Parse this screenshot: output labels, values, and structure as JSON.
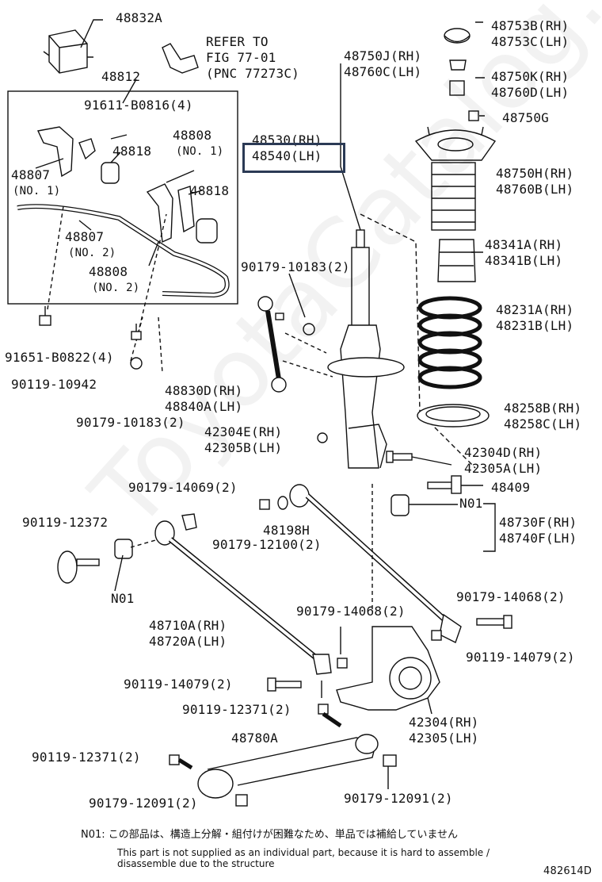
{
  "watermark": "ToyotaCatalog.ru",
  "refer": [
    "REFER TO",
    "FIG 77-01",
    "(PNC 77273C)"
  ],
  "labels": {
    "p48832A": "48832A",
    "p48812": "48812",
    "p91611": "91611-B0816(4)",
    "p48808": "48808",
    "p48808no1": "(NO. 1)",
    "p48818a": "48818",
    "p48807": "48807",
    "p48807no1": "(NO. 1)",
    "p48818b": "48818",
    "p48807b": "48807",
    "p48807no2": "(NO. 2)",
    "p48808b": "48808",
    "p48808no2": "(NO. 2)",
    "p90179_10183a": "90179-10183(2)",
    "p91651": "91651-B0822(4)",
    "p90119_10942": "90119-10942",
    "p48830D": "48830D(RH)",
    "p48840A": "48840A(LH)",
    "p90179_10183b": "90179-10183(2)",
    "p48530": "48530(RH)",
    "p48540": "48540(LH)",
    "p48750J": "48750J(RH)",
    "p48760C": "48760C(LH)",
    "p48753B": "48753B(RH)",
    "p48753C": "48753C(LH)",
    "p48750K": "48750K(RH)",
    "p48760D": "48760D(LH)",
    "p48750G": "48750G",
    "p48750H": "48750H(RH)",
    "p48760B": "48760B(LH)",
    "p48341A": "48341A(RH)",
    "p48341B": "48341B(LH)",
    "p48231A": "48231A(RH)",
    "p48231B": "48231B(LH)",
    "p48258B": "48258B(RH)",
    "p48258C": "48258C(LH)",
    "p42304E": "42304E(RH)",
    "p42305B": "42305B(LH)",
    "p42304D": "42304D(RH)",
    "p42305A": "42305A(LH)",
    "p90179_14069": "90179-14069(2)",
    "p48409": "48409",
    "pN01a": "N01",
    "p90119_12372": "90119-12372",
    "p48198H": "48198H",
    "p48730F": "48730F(RH)",
    "p48740F": "48740F(LH)",
    "p90179_12100": "90179-12100(2)",
    "pN01b": "N01",
    "p48710A": "48710A(RH)",
    "p48720A": "48720A(LH)",
    "p90179_14068a": "90179-14068(2)",
    "p90179_14068b": "90179-14068(2)",
    "p90119_14079a": "90119-14079(2)",
    "p90119_14079b": "90119-14079(2)",
    "p90119_12371a": "90119-12371(2)",
    "p42304": "42304(RH)",
    "p42305": "42305(LH)",
    "p48780A": "48780A",
    "p90119_12371b": "90119-12371(2)",
    "p90179_12091a": "90179-12091(2)",
    "p90179_12091b": "90179-12091(2)"
  },
  "note_jp": "N01: この部品は、構造上分解・組付けが困難なため、単品では補給していません",
  "note_en1": "This part is not supplied as an individual part, because it is hard to assemble /",
  "note_en2": "disassemble due to the structure",
  "figure_id": "482614D"
}
